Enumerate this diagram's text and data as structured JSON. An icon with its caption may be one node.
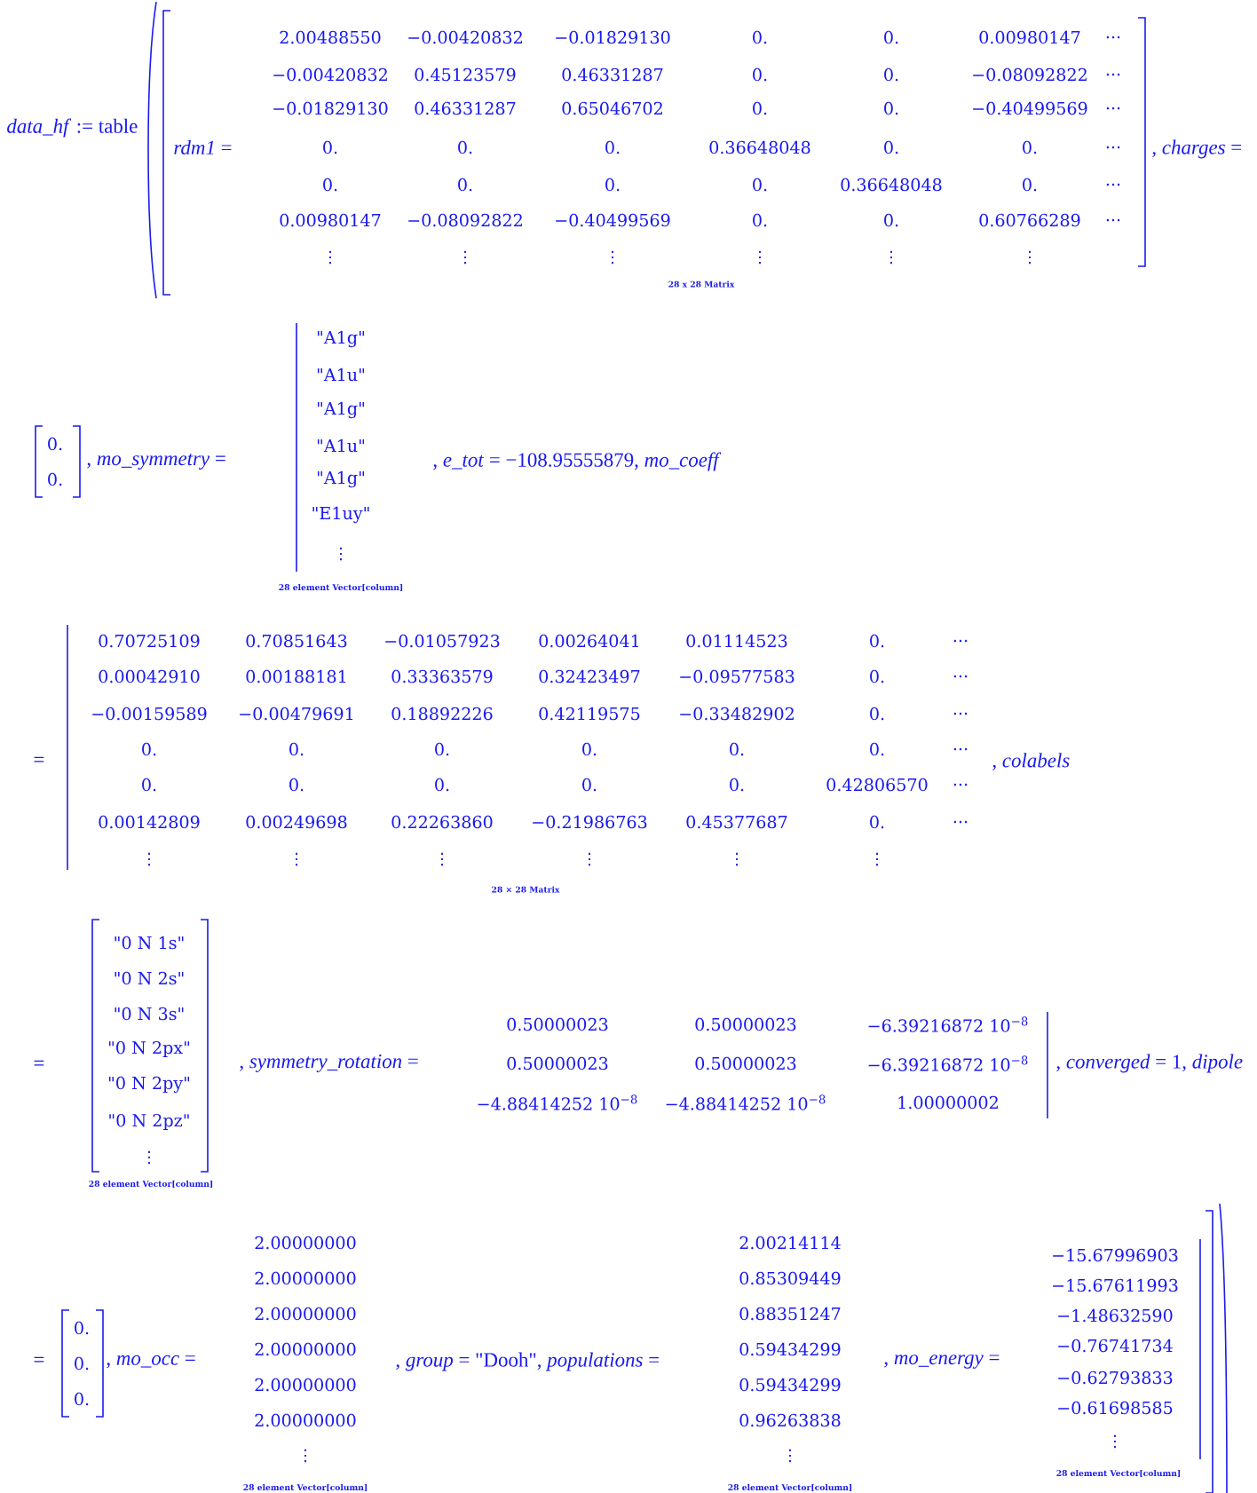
{
  "diagram": {
    "labels": [
      "*data_hf* := table",
      "*rdm1* =",
      "2.00488550",
      "−0.00420832",
      "−0.01829130",
      "0.",
      "0.",
      "0.00980147",
      "...",
      "−0.00420832",
      "0.45123579",
      "0.46331287",
      "0.",
      "0.",
      "−0.08092822",
      "...",
      "−0.01829130",
      "0.46331287",
      "0.65046702",
      "0.",
      "0.",
      "−0.40499569",
      "...",
      "0.",
      "0.",
      "0.",
      "0.36648048",
      "0.",
      "0.",
      "...",
      "0.",
      "0.",
      "0.",
      "0.",
      "0.36648048",
      "0.",
      "...",
      "0.00980147",
      "−0.08092822",
      "−0.40499569",
      "0.",
      "0.",
      "0.60766289",
      "...",
      "⋮",
      "⋮",
      "⋮",
      "⋮",
      "⋮",
      "⋮",
      "28 x 28 Matrix",
      ", *charges* =",
      "0.",
      "0.",
      ", *mo_symmetry* =",
      "\"A1g\"",
      "\"A1u\"",
      "\"A1g\"",
      "\"A1u\"",
      "\"A1g\"",
      "\"E1uy\"",
      "⋮",
      "28 element Vector[column]",
      ", *e_tot* = −108.95555879, *mo_coeff*",
      "=",
      "0.70725109",
      "0.70851643",
      "−0.01057923",
      "0.00264041",
      "0.01114523",
      "0.",
      "...",
      "0.00042910",
      "0.00188181",
      "0.33363579",
      "0.32423497",
      "−0.09577583",
      "0.",
      "...",
      "−0.00159589",
      "−0.00479691",
      "0.18892226",
      "0.42119575",
      "−0.33482902",
      "0.",
      "...",
      "0.",
      "0.",
      "0.",
      "0.",
      "0.",
      "0.",
      "...",
      "0.",
      "0.",
      "0.",
      "0.",
      "0.",
      "0.42806570",
      "...",
      "0.00142809",
      "0.00249698",
      "0.22263860",
      "−0.21986763",
      "0.45377687",
      "0.",
      "...",
      "⋮",
      "⋮",
      "⋮",
      "⋮",
      "⋮",
      "⋮",
      "28 × 28 Matrix",
      ", *colabels*",
      "=",
      "\"0 N 1s\"",
      "\"0 N 2s\"",
      "\"0 N 3s\"",
      "\"0 N 2px\"",
      "\"0 N 2py\"",
      "\"0 N 2pz\"",
      "⋮",
      "28 element Vector[column]",
      ", *symmetry_rotation* =",
      "0.50000023",
      "0.50000023",
      "−6.39216872 10$^{−8}$",
      "0.50000023",
      "0.50000023",
      "−6.39216872 10$^{−8}$",
      "−4.88414252 10$^{−8}$",
      "−4.88414252 10$^{−8}$",
      "1.00000002",
      ", *converged* = 1, *dipole*",
      "=",
      "0.",
      "0.",
      "0.",
      ", *mo_occ* =",
      "2.00000000",
      "2.00000000",
      "2.00000000",
      "2.00000000",
      "2.00000000",
      "2.00000000",
      "⋮",
      "28 element Vector[column]",
      ", *group* = \"Dooh\", *populations* =",
      "2.00214114",
      "0.85309449",
      "0.88351247",
      "0.59434299",
      "0.59434299",
      "0.96263838",
      "⋮",
      "28 element Vector[column]",
      ", *mo_energy* =",
      "−15.67996903",
      "−15.67611993",
      "−1.48632590",
      "−0.76741734",
      "−0.62793833",
      "−0.61698585",
      "⋮",
      "28 element Vector[column]"
    ]
  }
}
